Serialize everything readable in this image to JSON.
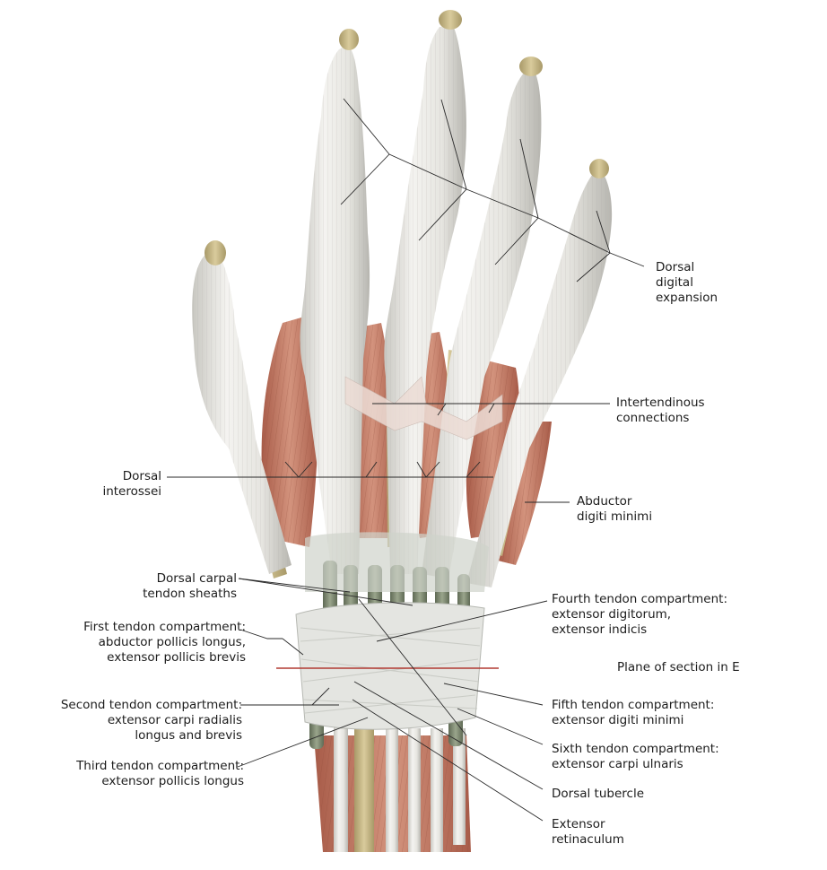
{
  "figure": {
    "subject": "Dorsal view of the right hand: extensor tendons, tendon compartments and dorsal interossei",
    "colors": {
      "tendon": "#e9e8e4",
      "tendon_shadow": "#b9b8b2",
      "muscle": "#c9826c",
      "muscle_dark": "#a45a47",
      "bone": "#c9b98a",
      "sheath": "#7f8a72",
      "leader_line": "#2a2a2a",
      "section_plane": "#b23a32"
    }
  },
  "labels": {
    "dorsal_digital_expansion": "Dorsal\ndigital\nexpansion",
    "intertendinous_connections": "Intertendinous\nconnections",
    "dorsal_interossei": "Dorsal\ninterossei",
    "abductor_digiti_minimi": "Abductor\ndigiti minimi",
    "dorsal_carpal_tendon_sheaths": "Dorsal carpal\ntendon sheaths",
    "fourth_compartment": "Fourth tendon compartment:\nextensor digitorum,\nextensor indicis",
    "first_compartment": "First tendon compartment:\nabductor pollicis longus,\nextensor pollicis brevis",
    "plane_of_section": "Plane of section in E",
    "second_compartment": "Second tendon compartment:\nextensor carpi radialis\nlongus and brevis",
    "fifth_compartment": "Fifth tendon compartment:\nextensor digiti minimi",
    "sixth_compartment": "Sixth tendon compartment:\nextensor carpi ulnaris",
    "third_compartment": "Third tendon compartment:\nextensor pollicis longus",
    "dorsal_tubercle": "Dorsal tubercle",
    "extensor_retinaculum": "Extensor\nretinaculum"
  }
}
